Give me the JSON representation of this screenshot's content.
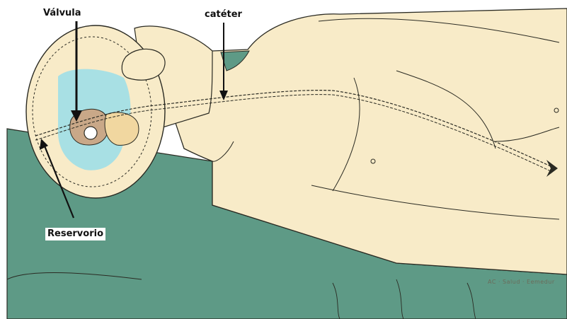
{
  "labels": {
    "valvula": "Válvula",
    "cateter": "catéter",
    "reservorio": "Reservorio",
    "credit": "AC · Salud · Eemedur"
  },
  "colors": {
    "sheet": "#5e9a86",
    "skin": "#f8ebc8",
    "outline": "#2a2a22",
    "csf": "#a8e0e4",
    "ventricle": "#c9a888",
    "brain": "#f1d7a0",
    "background": "#ffffff"
  }
}
